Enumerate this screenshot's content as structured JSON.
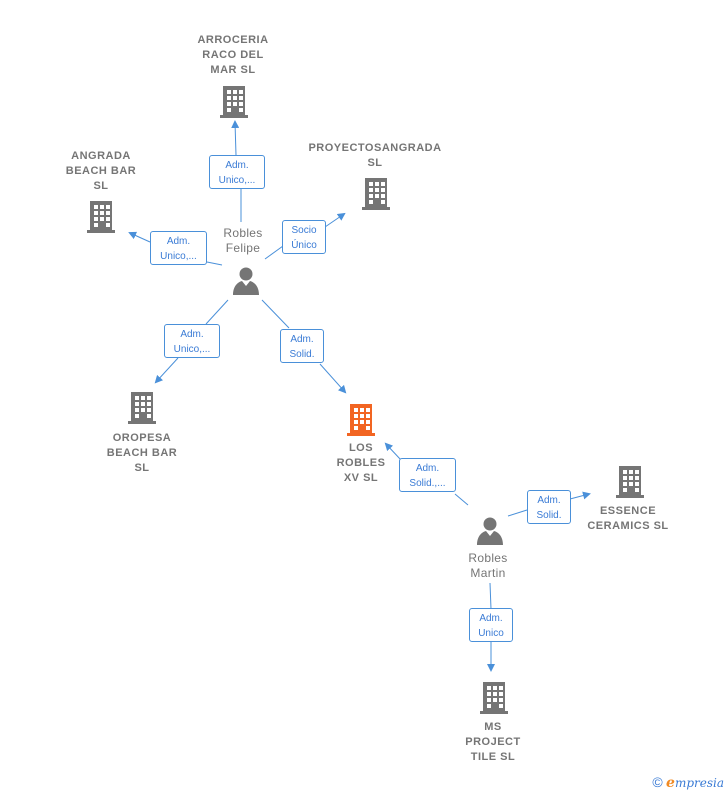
{
  "companies": {
    "arroceria": "ARROCERIA\nRACO DEL\nMAR  SL",
    "proyectos": "PROYECTOSANGRADA\nSL",
    "angrada": "ANGRADA\nBEACH BAR\nSL",
    "oropesa": "OROPESA\nBEACH BAR\nSL",
    "losrobles": "LOS\nROBLES\nXV  SL",
    "essence": "ESSENCE\nCERAMICS  SL",
    "msproject": "MS\nPROJECT\nTILE SL"
  },
  "persons": {
    "felipe": "Robles\nFelipe",
    "martin": "Robles\nMartin"
  },
  "relations": {
    "r1": "Adm.\nUnico,...",
    "r2": "Socio\nÚnico",
    "r3": "Adm.\nUnico,...",
    "r4": "Adm.\nUnico,...",
    "r5": "Adm.\nSolid.",
    "r6": "Adm.\nSolid.,...",
    "r7": "Adm.\nSolid.",
    "r8": "Adm.\nUnico"
  },
  "footer": {
    "copyright": "©",
    "brand_e": "e",
    "brand_rest": "mpresia"
  },
  "colors": {
    "building": "#757575",
    "focus_building": "#f26522",
    "person": "#757575",
    "edge": "#4a90d9"
  }
}
